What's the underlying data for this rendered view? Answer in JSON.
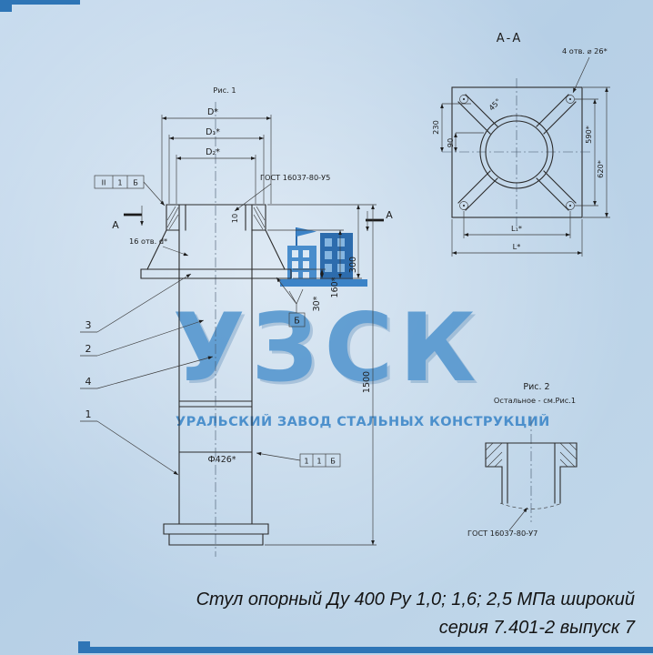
{
  "colors": {
    "accent_blue": "#2e75b6",
    "watermark_blue": "#3f88c9"
  },
  "watermark": {
    "logo": "УЗСК",
    "subtitle": "УРАЛЬСКИЙ ЗАВОД СТАЛЬНЫХ КОНСТРУКЦИЙ"
  },
  "caption": {
    "line1": "Стул опорный Ду 400 Ру 1,0; 1,6; 2,5 МПа широкий",
    "line2": "серия 7.401-2 выпуск 7"
  },
  "fig1": {
    "title": "Рис. 1",
    "dim_D": "D*",
    "dim_D1": "D₁*",
    "dim_D2": "D₂*",
    "dim_10": "10",
    "gost_note": "ГОСТ 16037-80-У5",
    "holes_note": "16 отв. d*",
    "section_left": "А",
    "section_right": "А",
    "weld_top": [
      "II",
      "1",
      "Б"
    ],
    "weld_mid": [
      "1",
      "1",
      "Б"
    ],
    "flag_b": "Б",
    "dim_300": "300",
    "dim_160": "160*",
    "dim_30": "30*",
    "dim_1500": "1500",
    "dim_diam": "Ф426*",
    "callout_3": "3",
    "callout_2": "2",
    "callout_4": "4",
    "callout_1": "1"
  },
  "sectionAA": {
    "title": "А-А",
    "holes_note": "4 отв. ⌀ 26*",
    "dim_45": "45°",
    "dim_230": "230",
    "dim_90": "90",
    "dim_590": "590*",
    "dim_620": "620*",
    "dim_L1": "L₁*",
    "dim_L": "L*"
  },
  "fig2": {
    "title": "Рис. 2",
    "note": "Остальное - см.Рис.1",
    "gost_note": "ГОСТ 16037-80-У7"
  }
}
